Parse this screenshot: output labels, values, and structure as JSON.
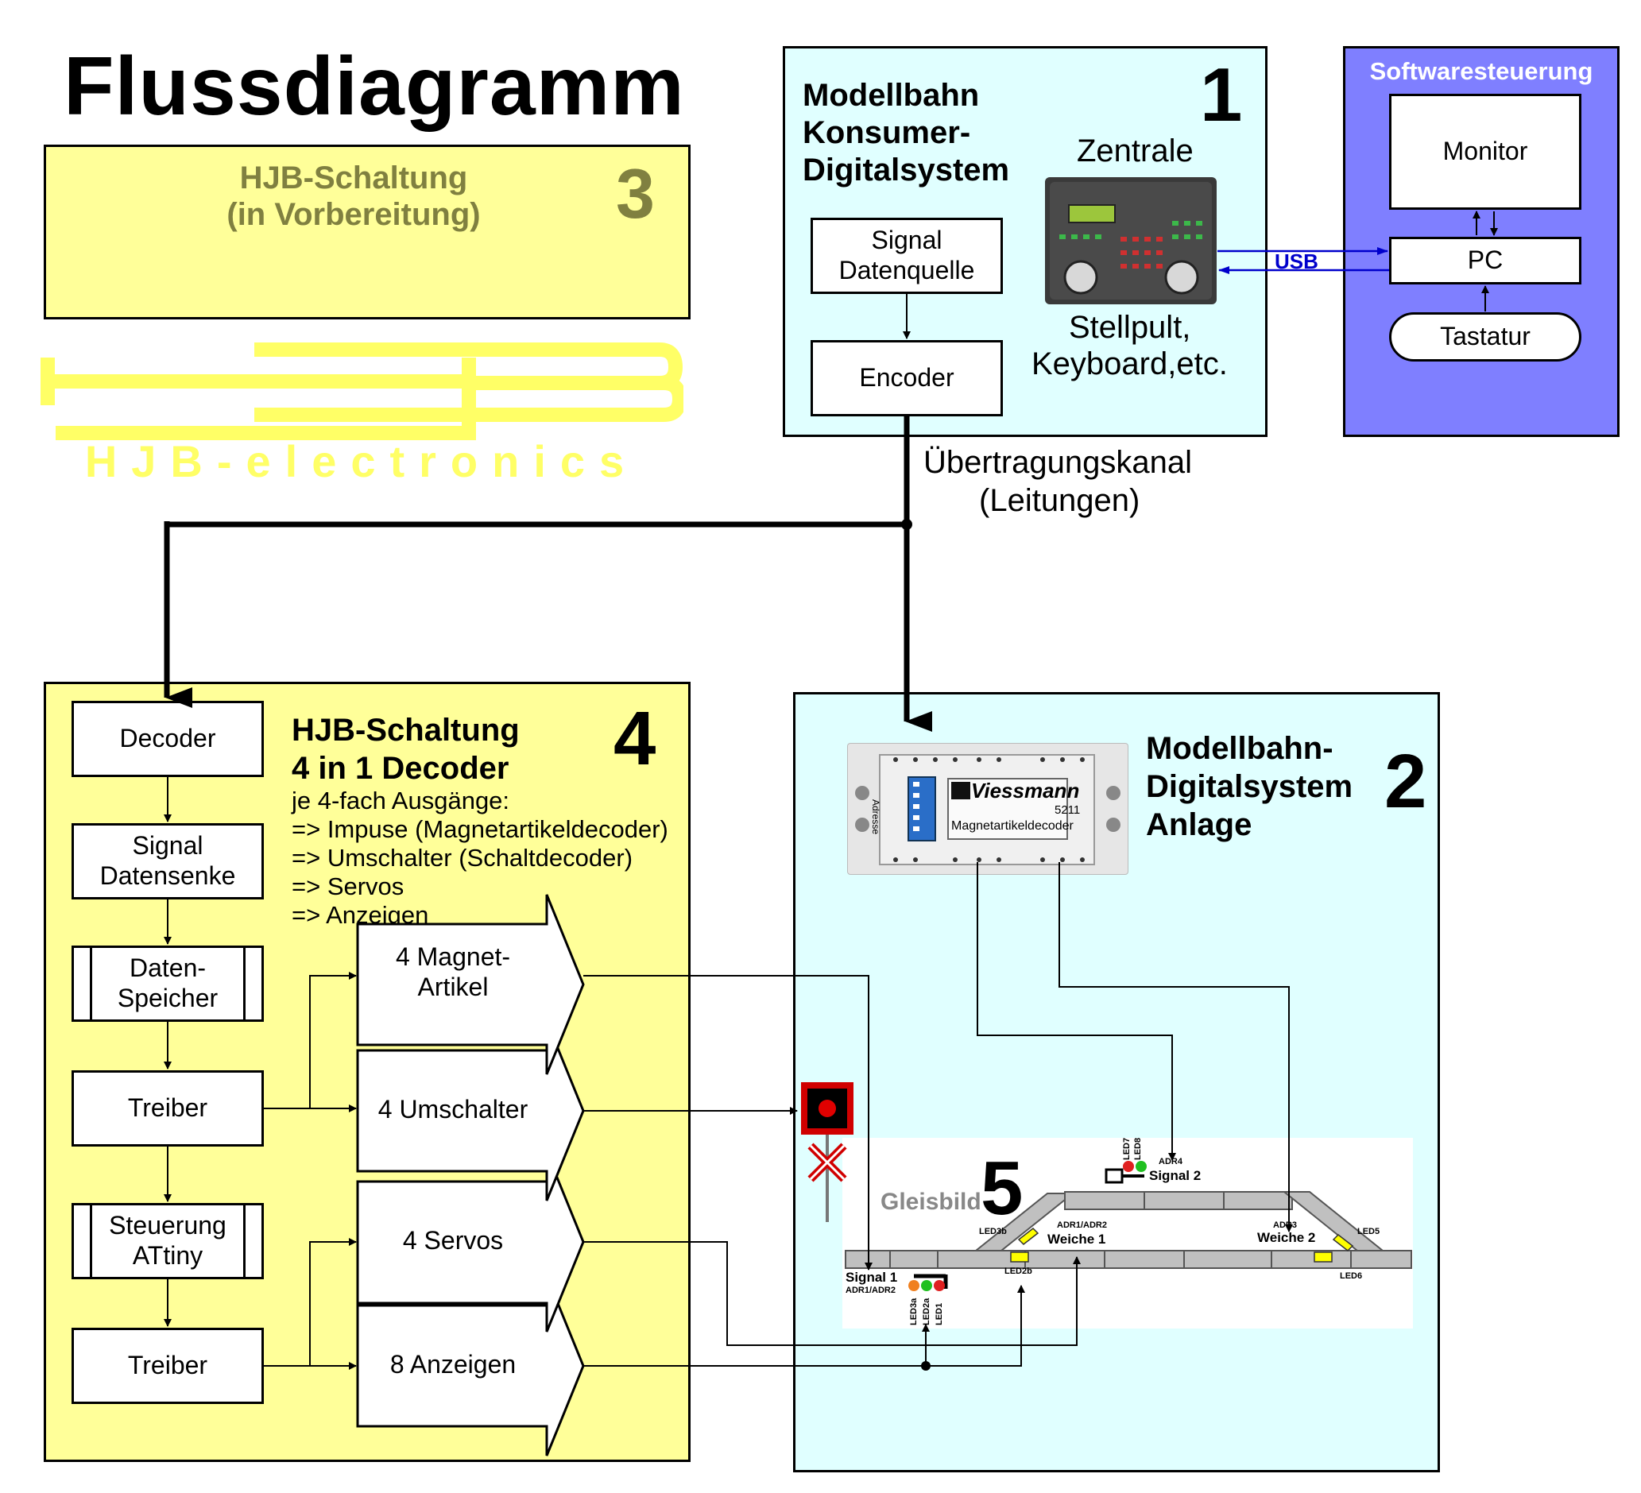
{
  "colors": {
    "yellow": "#ffff99",
    "light_cyan": "#e0ffff",
    "software_blue": "#7f7fff",
    "usb_blue": "#0000cc",
    "logo_yellow": "#ffff66",
    "gray_title": "#808040"
  },
  "page_title": "Flussdiagramm",
  "panel3": {
    "title_line1": "HJB-Schaltung",
    "title_line2": "(in Vorbereitung)",
    "number": "3"
  },
  "logo": {
    "text": "HJB-electronics"
  },
  "panel1": {
    "title_line1": "Modellbahn",
    "title_line2": "Konsumer-",
    "title_line3": "Digitalsystem",
    "number": "1",
    "zentrale": "Zentrale",
    "stellpult_line1": "Stellpult,",
    "stellpult_line2": "Keyboard,etc.",
    "signal_line1": "Signal",
    "signal_line2": "Datenquelle",
    "encoder": "Encoder"
  },
  "software": {
    "title": "Softwaresteuerung",
    "monitor": "Monitor",
    "pc": "PC",
    "tastatur": "Tastatur",
    "usb": "USB"
  },
  "channel": {
    "line1": "Übertragungskanal",
    "line2": "(Leitungen)"
  },
  "panel4": {
    "title_line1": "HJB-Schaltung",
    "title_line2": "4 in 1 Decoder",
    "number": "4",
    "desc": [
      "je 4-fach Ausgänge:",
      "=> Impuse (Magnetartikeldecoder)",
      "=> Umschalter (Schaltdecoder)",
      "=> Servos",
      "=> Anzeigen"
    ],
    "decoder": "Decoder",
    "signal_line1": "Signal",
    "signal_line2": "Datensenke",
    "daten_line1": "Daten-",
    "daten_line2": "Speicher",
    "treiber1": "Treiber",
    "steuerung_line1": "Steuerung",
    "steuerung_line2": "ATtiny",
    "treiber2": "Treiber",
    "out_magnet_line1": "4 Magnet-",
    "out_magnet_line2": "Artikel",
    "out_umschalter": "4 Umschalter",
    "out_servos": "4 Servos",
    "out_anzeigen": "8 Anzeigen"
  },
  "panel2": {
    "title_line1": "Modellbahn-",
    "title_line2": "Digitalsystem",
    "title_line3": "Anlage",
    "number": "2",
    "decoder_brand": "Viessmann",
    "decoder_model": "5211",
    "decoder_name": "Magnetartikeldecoder",
    "decoder_adresse": "Adresse"
  },
  "gleisbild": {
    "title": "Gleisbild",
    "number": "5",
    "signal1": "Signal 1",
    "signal1_addr": "ADR1/ADR2",
    "signal2": "Signal 2",
    "signal2_addr": "ADR4",
    "weiche1": "Weiche 1",
    "weiche1_addr": "ADR1/ADR2",
    "weiche2": "Weiche 2",
    "weiche2_addr": "ADR3",
    "led3b": "LED3b",
    "led2b": "LED2b",
    "led5": "LED5",
    "led6": "LED6",
    "led7": "LED7",
    "led8": "LED8",
    "led3a": "LED3a",
    "led2a": "LED2a",
    "led1": "LED1"
  }
}
